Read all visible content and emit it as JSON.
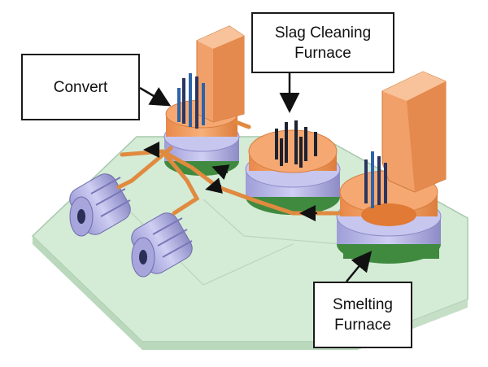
{
  "labels": {
    "convert": "Convert",
    "slag_cleaning_furnace": "Slag Cleaning\nFurnace",
    "smelting_furnace": "Smelting\nFurnace"
  },
  "colors": {
    "floor": "#d4ebd6",
    "floor_edge": "#a9c9ad",
    "furnace_orange": "#f3a066",
    "furnace_orange_dark": "#d97f3f",
    "shell_lavender": "#b9b8e6",
    "shell_lavender_dark": "#8e8cc8",
    "base_green": "#3f8a3f",
    "electrode_dark": "#2a3560",
    "electrode_blue": "#2d63a8",
    "launder": "#e08a40",
    "arrow": "#111111"
  }
}
